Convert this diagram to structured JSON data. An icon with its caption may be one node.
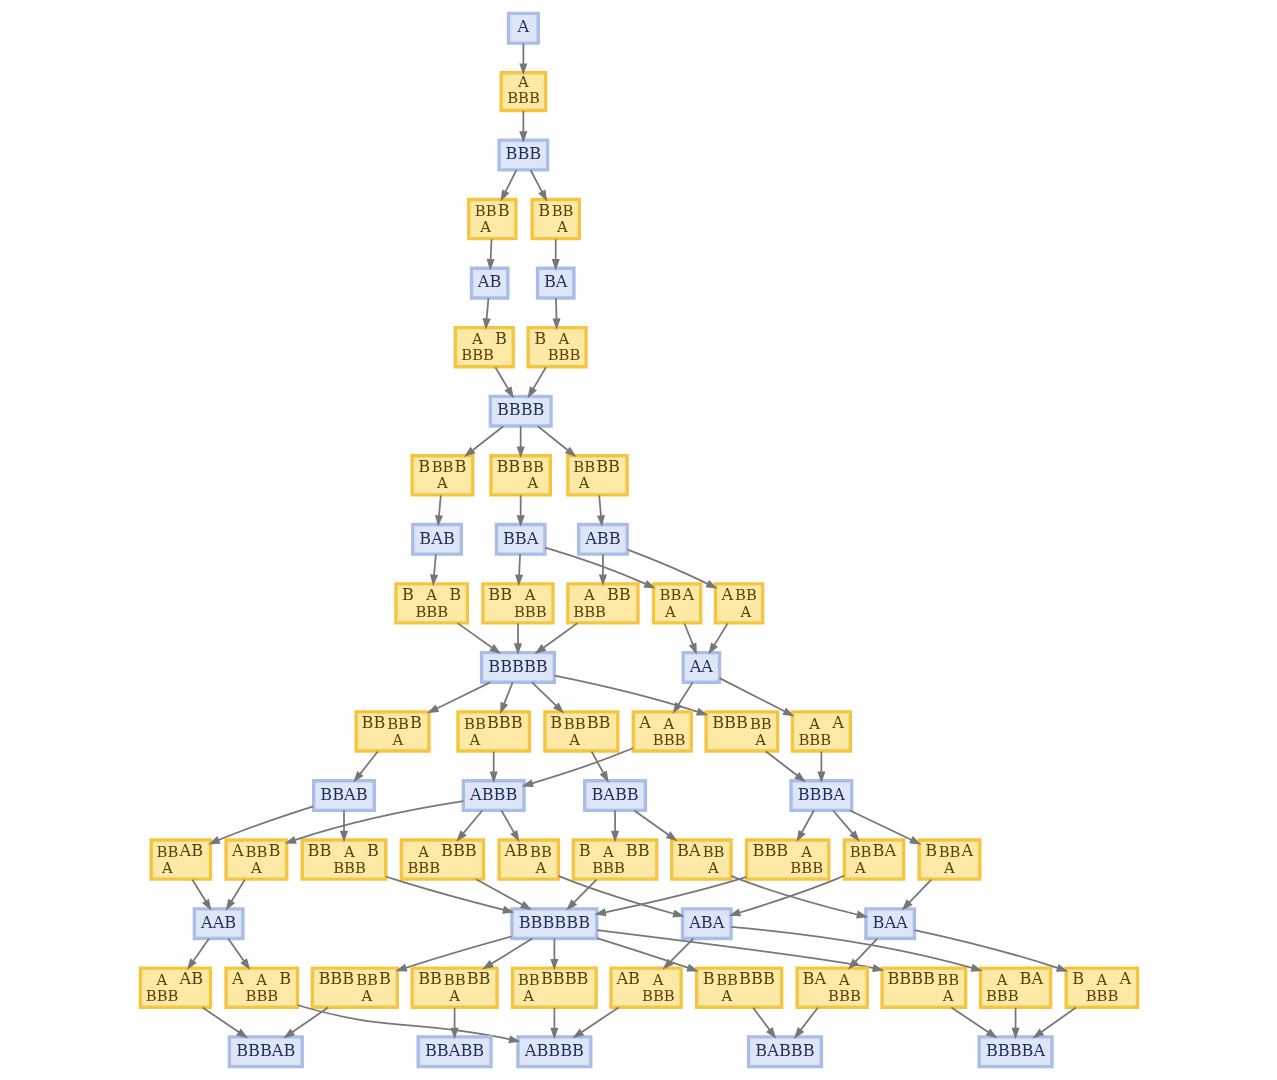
{
  "diagram": {
    "nodes": [
      {
        "text": [
          "A"
        ]
      },
      {
        "text": [
          "A",
          "BBB"
        ]
      },
      {
        "text": [
          "BBB"
        ]
      },
      {
        "text": [
          "BB",
          "B",
          "A"
        ]
      },
      {
        "text": [
          "B",
          "BB",
          "A"
        ]
      },
      {
        "text": [
          "AB"
        ]
      },
      {
        "text": [
          "BA"
        ]
      },
      {
        "text": [
          "A",
          "B",
          "BBB"
        ]
      },
      {
        "text": [
          "B",
          "A",
          "BBB"
        ]
      },
      {
        "text": [
          "BBBB"
        ]
      },
      {
        "text": [
          "B",
          "BB",
          "B",
          "A"
        ]
      },
      {
        "text": [
          "BB",
          "BB",
          "A"
        ]
      },
      {
        "text": [
          "BB",
          "BB",
          "A"
        ]
      },
      {
        "text": [
          "BAB"
        ]
      },
      {
        "text": [
          "ABB"
        ]
      },
      {
        "text": [
          "BBA"
        ]
      },
      {
        "text": [
          "B",
          "A",
          "B",
          "BBB"
        ]
      },
      {
        "text": [
          "A",
          "BB",
          "BBB"
        ]
      },
      {
        "text": [
          "A",
          "BB",
          "A"
        ]
      },
      {
        "text": [
          "BB",
          "A",
          "BBB"
        ]
      },
      {
        "text": [
          "BB",
          "A",
          "A"
        ]
      },
      {
        "text": [
          "BBBBB"
        ]
      },
      {
        "text": [
          "AA"
        ]
      },
      {
        "text": [
          "BB",
          "BB",
          "B",
          "A"
        ]
      },
      {
        "text": [
          "BB",
          "BBB",
          "A"
        ]
      },
      {
        "text": [
          "B",
          "BB",
          "BB",
          "A"
        ]
      },
      {
        "text": [
          "BBB",
          "BB",
          "A"
        ]
      },
      {
        "text": [
          "A",
          "A",
          "BBB"
        ]
      },
      {
        "text": [
          "A",
          "A",
          "BBB"
        ]
      },
      {
        "text": [
          "BBAB"
        ]
      },
      {
        "text": [
          "ABBB"
        ]
      },
      {
        "text": [
          "BABB"
        ]
      },
      {
        "text": [
          "BBBA"
        ]
      },
      {
        "text": [
          "BB",
          "AB",
          "A"
        ]
      },
      {
        "text": [
          "BB",
          "A",
          "B",
          "BBB"
        ]
      },
      {
        "text": [
          "A",
          "BB",
          "B",
          "A"
        ]
      },
      {
        "text": [
          "A",
          "BBB",
          "BBB"
        ]
      },
      {
        "text": [
          "AB",
          "BB",
          "A"
        ]
      },
      {
        "text": [
          "B",
          "A",
          "BB",
          "BBB"
        ]
      },
      {
        "text": [
          "BA",
          "BB",
          "A"
        ]
      },
      {
        "text": [
          "BBB",
          "A",
          "BBB"
        ]
      },
      {
        "text": [
          "BB",
          "BA",
          "A"
        ]
      },
      {
        "text": [
          "B",
          "BB",
          "A",
          "A"
        ]
      },
      {
        "text": [
          "AAB"
        ]
      },
      {
        "text": [
          "BBBBBB"
        ]
      },
      {
        "text": [
          "ABA"
        ]
      },
      {
        "text": [
          "BAA"
        ]
      },
      {
        "text": [
          "A",
          "AB",
          "BBB"
        ]
      },
      {
        "text": [
          "A",
          "A",
          "B",
          "BBB"
        ]
      },
      {
        "text": [
          "BBB",
          "BB",
          "B",
          "A"
        ]
      },
      {
        "text": [
          "BB",
          "BBBB",
          "A"
        ]
      },
      {
        "text": [
          "BB",
          "BB",
          "BB",
          "A"
        ]
      },
      {
        "text": [
          "B",
          "BB",
          "BBB",
          "A"
        ]
      },
      {
        "text": [
          "BBBB",
          "BB",
          "A"
        ]
      },
      {
        "text": [
          "AB",
          "A",
          "BBB"
        ]
      },
      {
        "text": [
          "A",
          "BA",
          "BBB"
        ]
      },
      {
        "text": [
          "BA",
          "A",
          "BBB"
        ]
      },
      {
        "text": [
          "B",
          "A",
          "A",
          "BBB"
        ]
      },
      {
        "text": [
          "BBBAB"
        ]
      },
      {
        "text": [
          "ABBBB"
        ]
      },
      {
        "text": [
          "BBABB"
        ]
      },
      {
        "text": [
          "BABBB"
        ]
      },
      {
        "text": [
          "BBBBA"
        ]
      }
    ],
    "edges": [
      {
        "from": 0,
        "to": 1,
        "arrow": "to"
      },
      {
        "from": 1,
        "to": 2,
        "arrow": "to"
      },
      {
        "from": 2,
        "to": 3,
        "arrow": "to"
      },
      {
        "from": 2,
        "to": 4,
        "arrow": "to"
      },
      {
        "from": 3,
        "to": 5,
        "arrow": "to"
      },
      {
        "from": 4,
        "to": 6,
        "arrow": "to"
      },
      {
        "from": 5,
        "to": 7,
        "arrow": "to"
      },
      {
        "from": 6,
        "to": 8,
        "arrow": "to"
      },
      {
        "from": 7,
        "to": 9,
        "arrow": "to"
      },
      {
        "from": 8,
        "to": 9,
        "arrow": "to"
      },
      {
        "from": 9,
        "to": 10,
        "arrow": "to"
      },
      {
        "from": 9,
        "to": 11,
        "arrow": "to"
      },
      {
        "from": 9,
        "to": 12,
        "arrow": "to"
      },
      {
        "from": 10,
        "to": 13,
        "arrow": "to"
      },
      {
        "from": 11,
        "to": 14,
        "arrow": "to"
      },
      {
        "from": 12,
        "to": 15,
        "arrow": "to"
      },
      {
        "from": 13,
        "to": 16,
        "arrow": "to"
      },
      {
        "from": 14,
        "to": 17,
        "arrow": "to"
      },
      {
        "from": 14,
        "to": 18,
        "arrow": "to"
      },
      {
        "from": 15,
        "to": 19,
        "arrow": "to"
      },
      {
        "from": 15,
        "to": 20,
        "arrow": "to"
      },
      {
        "from": 16,
        "to": 21,
        "arrow": "to"
      },
      {
        "from": 17,
        "to": 21,
        "arrow": "to"
      },
      {
        "from": 18,
        "to": 22,
        "arrow": "to"
      },
      {
        "from": 19,
        "to": 21,
        "arrow": "to"
      },
      {
        "from": 20,
        "to": 22,
        "arrow": "to"
      },
      {
        "from": 21,
        "to": 23,
        "arrow": "to"
      },
      {
        "from": 21,
        "to": 24,
        "arrow": "to"
      },
      {
        "from": 21,
        "to": 25,
        "arrow": "to"
      },
      {
        "from": 21,
        "to": 26,
        "arrow": "to"
      },
      {
        "from": 22,
        "to": 27,
        "arrow": "to"
      },
      {
        "from": 22,
        "to": 28,
        "arrow": "to"
      },
      {
        "from": 23,
        "to": 29,
        "arrow": "to"
      },
      {
        "from": 24,
        "to": 30,
        "arrow": "to"
      },
      {
        "from": 25,
        "to": 31,
        "arrow": "to"
      },
      {
        "from": 26,
        "to": 32,
        "arrow": "to"
      },
      {
        "from": 27,
        "to": 30,
        "arrow": "to"
      },
      {
        "from": 28,
        "to": 32,
        "arrow": "to"
      },
      {
        "from": 29,
        "to": 33,
        "arrow": "to"
      },
      {
        "from": 29,
        "to": 34,
        "arrow": "to"
      },
      {
        "from": 30,
        "to": 35,
        "arrow": "to"
      },
      {
        "from": 30,
        "to": 36,
        "arrow": "to"
      },
      {
        "from": 30,
        "to": 37,
        "arrow": "to"
      },
      {
        "from": 31,
        "to": 38,
        "arrow": "to"
      },
      {
        "from": 31,
        "to": 39,
        "arrow": "to"
      },
      {
        "from": 32,
        "to": 40,
        "arrow": "to"
      },
      {
        "from": 32,
        "to": 41,
        "arrow": "to"
      },
      {
        "from": 32,
        "to": 42,
        "arrow": "to"
      },
      {
        "from": 33,
        "to": 43,
        "arrow": "to"
      },
      {
        "from": 34,
        "to": 44,
        "arrow": "to"
      },
      {
        "from": 35,
        "to": 43,
        "arrow": "to"
      },
      {
        "from": 36,
        "to": 44,
        "arrow": "to"
      },
      {
        "from": 37,
        "to": 45,
        "arrow": "to"
      },
      {
        "from": 38,
        "to": 44,
        "arrow": "to"
      },
      {
        "from": 39,
        "to": 46,
        "arrow": "to"
      },
      {
        "from": 40,
        "to": 44,
        "arrow": "to"
      },
      {
        "from": 41,
        "to": 45,
        "arrow": "to"
      },
      {
        "from": 42,
        "to": 46,
        "arrow": "to"
      },
      {
        "from": 43,
        "to": 47,
        "arrow": "to"
      },
      {
        "from": 43,
        "to": 48,
        "arrow": "to"
      },
      {
        "from": 44,
        "to": 49,
        "arrow": "to"
      },
      {
        "from": 44,
        "to": 50,
        "arrow": "to"
      },
      {
        "from": 44,
        "to": 51,
        "arrow": "to"
      },
      {
        "from": 44,
        "to": 52,
        "arrow": "to"
      },
      {
        "from": 44,
        "to": 53,
        "arrow": "to"
      },
      {
        "from": 45,
        "to": 54,
        "arrow": "to"
      },
      {
        "from": 45,
        "to": 55,
        "arrow": "to"
      },
      {
        "from": 46,
        "to": 56,
        "arrow": "to"
      },
      {
        "from": 46,
        "to": 57,
        "arrow": "to"
      },
      {
        "from": 47,
        "to": 58,
        "arrow": "to"
      },
      {
        "from": 48,
        "to": 59,
        "arrow": "to"
      },
      {
        "from": 49,
        "to": 58,
        "arrow": "to"
      },
      {
        "from": 50,
        "to": 59,
        "arrow": "to"
      },
      {
        "from": 51,
        "to": 60,
        "arrow": "to"
      },
      {
        "from": 52,
        "to": 61,
        "arrow": "to"
      },
      {
        "from": 53,
        "to": 62,
        "arrow": "to"
      },
      {
        "from": 54,
        "to": 59,
        "arrow": "to"
      },
      {
        "from": 55,
        "to": 62,
        "arrow": "to"
      },
      {
        "from": 56,
        "to": 61,
        "arrow": "to"
      },
      {
        "from": 57,
        "to": 62,
        "arrow": "to"
      }
    ]
  }
}
